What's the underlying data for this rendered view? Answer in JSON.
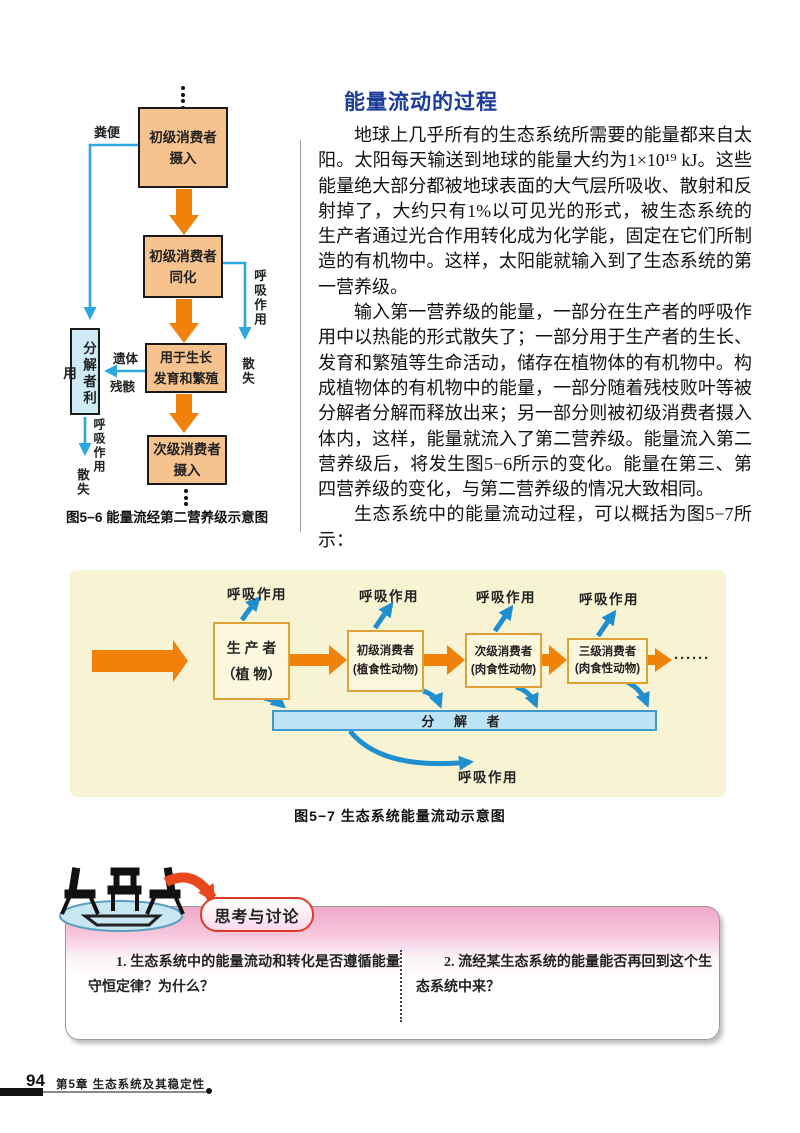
{
  "fig56": {
    "intake1_l1": "初级消费者",
    "intake1_l2": "摄入",
    "assim_l1": "初级消费者",
    "assim_l2": "同化",
    "growth_l1": "用于生长",
    "growth_l2": "发育和繁殖",
    "intake2_l1": "次级消费者",
    "intake2_l2": "摄入",
    "decomposer_use": "分解者利用",
    "feces": "粪便",
    "remains_l1": "遗体",
    "remains_l2": "残骸",
    "respiration": "呼吸作用",
    "loss": "散失",
    "caption": "图5−6  能量流经第二营养级示意图"
  },
  "article": {
    "heading": "能量流动的过程",
    "p1": "地球上几乎所有的生态系统所需要的能量都来自太阳。太阳每天输送到地球的能量大约为1×10¹⁹ kJ。这些能量绝大部分都被地球表面的大气层所吸收、散射和反射掉了，大约只有1%以可见光的形式，被生态系统的生产者通过光合作用转化成为化学能，固定在它们所制造的有机物中。这样，太阳能就输入到了生态系统的第一营养级。",
    "p2": "输入第一营养级的能量，一部分在生产者的呼吸作用中以热能的形式散失了；一部分用于生产者的生长、发育和繁殖等生命活动，储存在植物体的有机物中。构成植物体的有机物中的能量，一部分随着残枝败叶等被分解者分解而释放出来；另一部分则被初级消费者摄入体内，这样，能量就流入了第二营养级。能量流入第二营养级后，将发生图5−6所示的变化。能量在第三、第四营养级的变化，与第二营养级的情况大致相同。",
    "p3": "生态系统中的能量流动过程，可以概括为图5−7所示："
  },
  "fig57": {
    "respiration": "呼吸作用",
    "producer_l1": "生 产 者",
    "producer_l2": "（植 物）",
    "primary_l1": "初级消费者",
    "primary_l2": "(植食性动物)",
    "secondary_l1": "次级消费者",
    "secondary_l2": "(肉食性动物)",
    "tertiary_l1": "三级消费者",
    "tertiary_l2": "(肉食性动物)",
    "decomposer": "分 解 者",
    "ellipsis": "······",
    "caption": "图5−7  生态系统能量流动示意图"
  },
  "discussion": {
    "title": "思考与讨论",
    "q1": "1. 生态系统中的能量流动和转化是否遵循能量守恒定律？为什么？",
    "q2": "2. 流经某生态系统的能量能否再回到这个生态系统中来？"
  },
  "footer": {
    "page_number": "94",
    "chapter": "第5章  生态系统及其稳定性"
  },
  "colors": {
    "heading_blue": "#1b3d99",
    "flow_orange": "#f0820c",
    "arrow_blue": "#2ea7e0",
    "fig56_box_fill": "#f6c28e",
    "decomposer_fill": "#cdeaf5",
    "fig57_background": "#f8f3d3",
    "fig57_box_border": "#dda23a",
    "discussion_pink": "#f0a7c8",
    "pill_border_red": "#e23a28"
  }
}
